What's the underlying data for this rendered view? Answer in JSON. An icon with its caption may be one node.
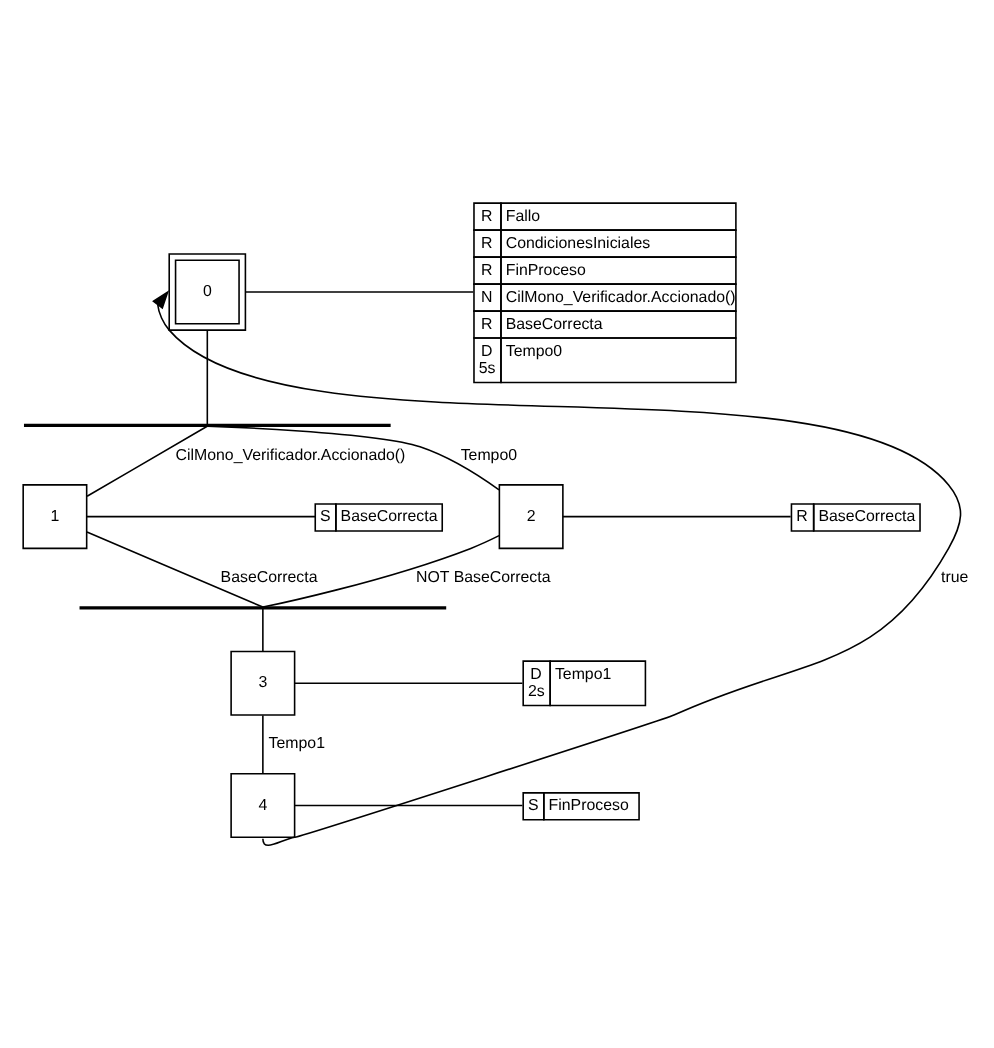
{
  "diagram": {
    "nodes": [
      {
        "text": [
          "0"
        ]
      },
      {
        "text": [
          "R",
          "Fallo",
          "R",
          "CondicionesIniciales",
          "R",
          "FinProceso",
          "N",
          "CilMono_Verificador.Accionado()",
          "R",
          "BaseCorrecta",
          "D 5s",
          "Tempo0"
        ]
      },
      {
        "text": [],
        "shape": "bar"
      },
      {
        "text": [
          "1"
        ]
      },
      {
        "text": [
          "S",
          "BaseCorrecta"
        ]
      },
      {
        "text": [
          "2"
        ]
      },
      {
        "text": [
          "R",
          "BaseCorrecta"
        ]
      },
      {
        "text": [],
        "shape": "bar"
      },
      {
        "text": [
          "3"
        ]
      },
      {
        "text": [
          "D 2s",
          "Tempo1"
        ]
      },
      {
        "text": [
          "4"
        ]
      },
      {
        "text": [
          "S",
          "FinProceso"
        ]
      }
    ],
    "edges": [
      {
        "from": 0,
        "to": 1,
        "arrow": "none"
      },
      {
        "from": 0,
        "to": 2,
        "arrow": "none"
      },
      {
        "from": 2,
        "to": 3,
        "arrow": "none",
        "label": "CilMono_Verificador.Accionado()"
      },
      {
        "from": 2,
        "to": 5,
        "arrow": "none",
        "label": "Tempo0"
      },
      {
        "from": 3,
        "to": 4,
        "arrow": "none"
      },
      {
        "from": 5,
        "to": 6,
        "arrow": "none"
      },
      {
        "from": 3,
        "to": 7,
        "arrow": "none",
        "label": "BaseCorrecta"
      },
      {
        "from": 5,
        "to": 7,
        "arrow": "none",
        "label": "NOT BaseCorrecta"
      },
      {
        "from": 7,
        "to": 8,
        "arrow": "none"
      },
      {
        "from": 8,
        "to": 9,
        "arrow": "none"
      },
      {
        "from": 8,
        "to": 10,
        "arrow": "none",
        "label": "Tempo1"
      },
      {
        "from": 10,
        "to": 11,
        "arrow": "none"
      },
      {
        "from": 10,
        "to": 0,
        "arrow": "to",
        "label": "true"
      }
    ]
  }
}
